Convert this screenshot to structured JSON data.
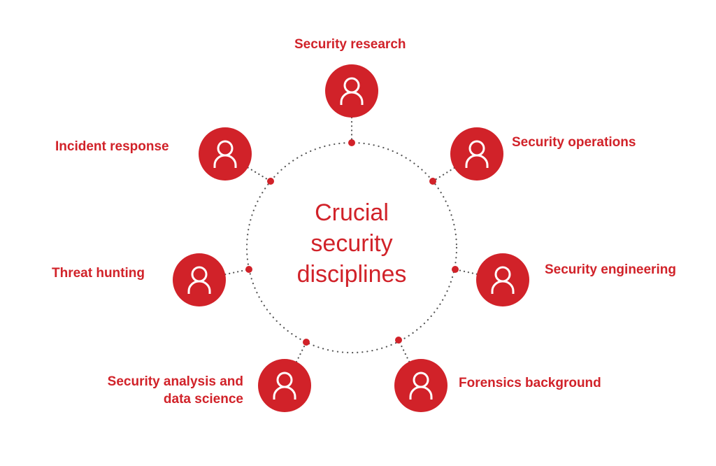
{
  "center_title": [
    "Crucial",
    "security",
    "disciplines"
  ],
  "accent_color": "#d12229",
  "nodes": [
    {
      "label": "Security research",
      "icon": "person-icon"
    },
    {
      "label": "Security operations",
      "icon": "person-icon"
    },
    {
      "label": "Security engineering",
      "icon": "person-icon"
    },
    {
      "label": "Forensics background",
      "icon": "person-icon"
    },
    {
      "label": "Security analysis and",
      "label2": "data science",
      "icon": "person-icon"
    },
    {
      "label": "Threat hunting",
      "icon": "person-icon"
    },
    {
      "label": "Incident response",
      "icon": "person-icon"
    }
  ]
}
